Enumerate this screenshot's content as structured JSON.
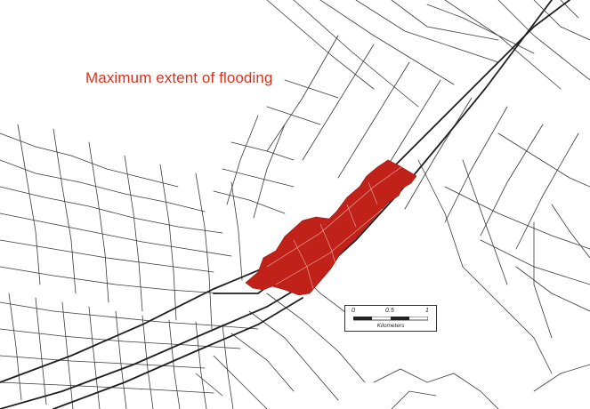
{
  "map": {
    "title": "Maximum extent of flooding",
    "colors": {
      "flood": "#c0221a",
      "road": "#3a3a3a",
      "title": "#d9331f",
      "background": "#ffffff"
    },
    "scale_bar": {
      "ticks": [
        "0",
        "0.5",
        "1"
      ],
      "units": "Kilometers"
    }
  }
}
